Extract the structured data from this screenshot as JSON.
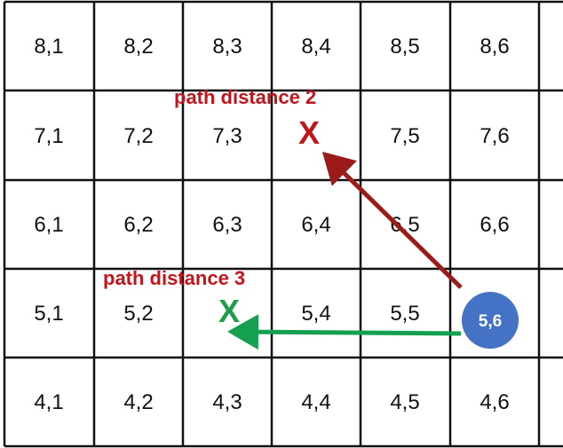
{
  "grid": {
    "rows": [
      [
        "8,1",
        "8,2",
        "8,3",
        "8,4",
        "8,5",
        "8,6"
      ],
      [
        "7,1",
        "7,2",
        "7,3",
        "",
        "7,5",
        "7,6"
      ],
      [
        "6,1",
        "6,2",
        "6,3",
        "6,4",
        "6,5",
        "6,6"
      ],
      [
        "5,1",
        "5,2",
        "",
        "5,4",
        "5,5",
        ""
      ],
      [
        "4,1",
        "4,2",
        "4,3",
        "4,4",
        "4,5",
        "4,6"
      ]
    ]
  },
  "origin": {
    "label": "5,6",
    "color": "#4472C4"
  },
  "annotations": {
    "red": {
      "text": "path distance 2",
      "mark": "X",
      "color": "#C0151B",
      "arrow_color": "#9B1B1B"
    },
    "green": {
      "text": "path distance 3",
      "mark": "X",
      "color": "#1E9E4A",
      "arrow_color": "#14A050"
    }
  }
}
